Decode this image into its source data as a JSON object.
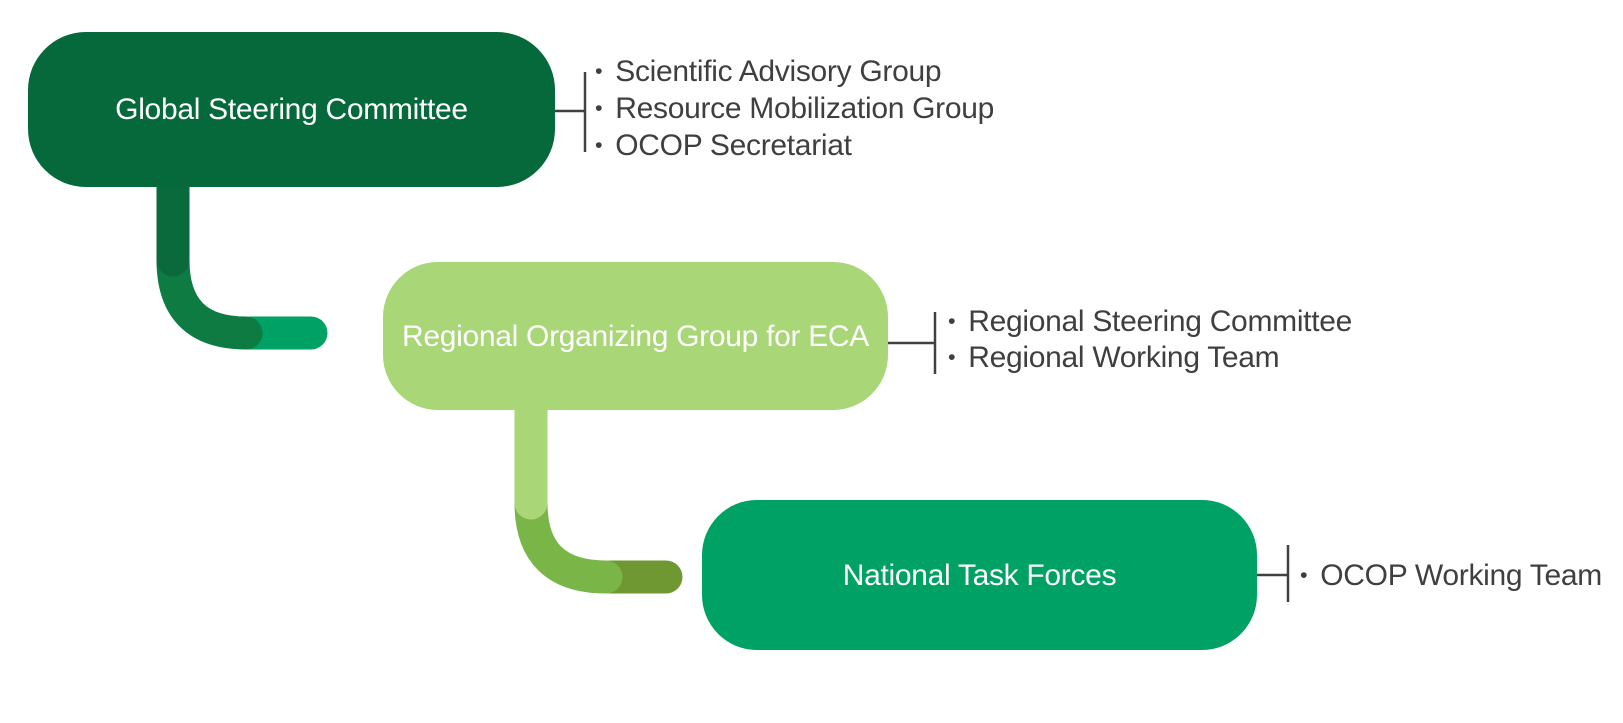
{
  "background": "#FFFFFF",
  "bullet_char": "•",
  "guide_line_color": "#404040",
  "bullet_text_color": "#3F3F3F",
  "nodes": [
    {
      "id": "global-steering-committee",
      "label": "Global Steering Committee",
      "fill": "#05693B",
      "text_color": "#FFFFFF",
      "bullets": [
        "Scientific Advisory Group",
        "Resource Mobilization Group",
        "OCOP Secretariat"
      ]
    },
    {
      "id": "regional-organizing-group-eca",
      "label": "Regional Organizing Group for ECA",
      "fill": "#A9D677",
      "text_color": "#FFFFFF",
      "bullets": [
        "Regional Steering Committee",
        "Regional Working Team"
      ]
    },
    {
      "id": "national-task-forces",
      "label": "National Task Forces",
      "fill": "#00A164",
      "text_color": "#FFFFFF",
      "bullets": [
        "OCOP Working Team"
      ]
    }
  ],
  "connectors": [
    {
      "from": "global-steering-committee",
      "to": "regional-organizing-group-eca",
      "colors": [
        "#0B6A3B",
        "#0E7B43",
        "#00A164"
      ]
    },
    {
      "from": "regional-organizing-group-eca",
      "to": "national-task-forces",
      "colors": [
        "#A9D677",
        "#7AB548",
        "#6F9732"
      ]
    }
  ]
}
